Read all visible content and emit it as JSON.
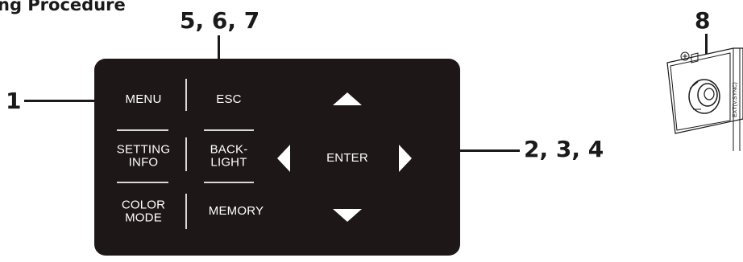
{
  "heading": "ng Procedure",
  "callouts": {
    "escape_group": "5, 6, 7",
    "menu": "1",
    "arrows": "2, 3, 4",
    "connector": "8"
  },
  "panel": {
    "menu": "MENU",
    "esc": "ESC",
    "setting_info": [
      "SETTING",
      "INFO"
    ],
    "backlight": [
      "BACK-",
      "LIGHT"
    ],
    "color_mode": [
      "COLOR",
      "MODE"
    ],
    "memory": "MEMORY",
    "enter": "ENTER",
    "arrow_icons": [
      "up-triangle",
      "left-triangle",
      "right-triangle",
      "down-triangle"
    ]
  },
  "connector": {
    "label": "EXT(V.SYNC)",
    "icon": "bnc-connector"
  },
  "colors": {
    "panel": "#1e1718",
    "key_text": "#ffffff",
    "callout_text": "#1a1a1a"
  }
}
